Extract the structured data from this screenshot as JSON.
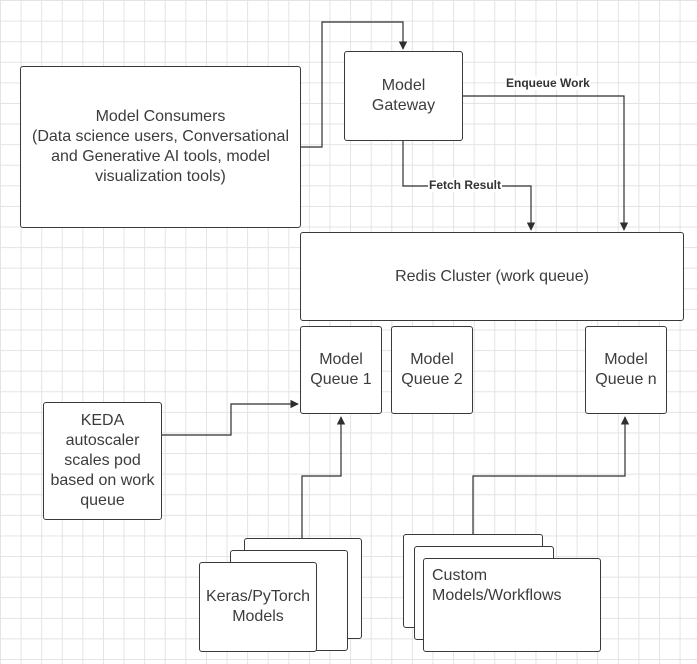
{
  "nodes": {
    "consumers": "Model Consumers\n(Data science users, Conversational\nand Generative AI tools, model\nvisualization tools)",
    "gateway": "Model\nGateway",
    "redis": "Redis Cluster (work queue)",
    "queue1": "Model\nQueue 1",
    "queue2": "Model\nQueue 2",
    "queuen": "Model\nQueue n",
    "keda": "KEDA\nautoscaler\nscales pod\nbased on work\nqueue",
    "keras": "Keras/PyTorch\nModels",
    "custom": "Custom\nModels/Workflows"
  },
  "edges": {
    "enqueue": "Enqueue Work",
    "fetch": "Fetch Result"
  }
}
